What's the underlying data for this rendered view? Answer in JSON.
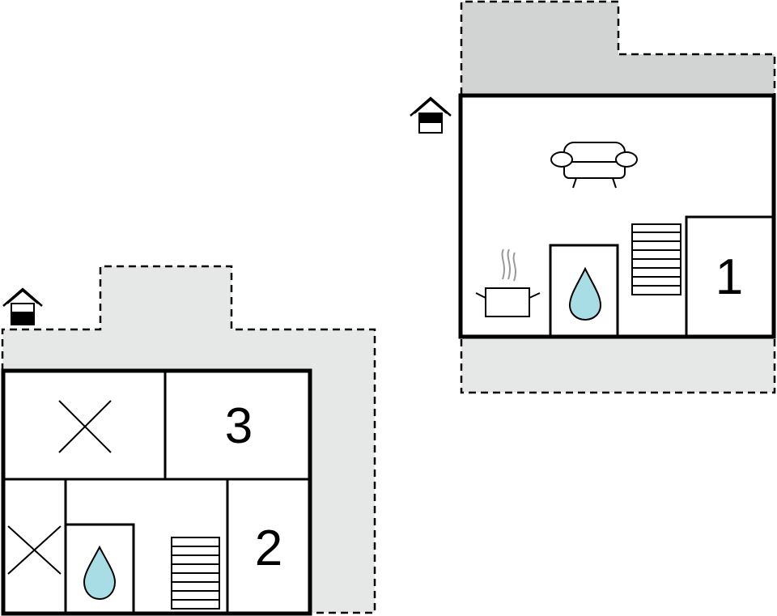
{
  "rooms": {
    "room_1": {
      "label": "1"
    },
    "room_2": {
      "label": "2"
    },
    "room_3": {
      "label": "3"
    }
  },
  "icons": {
    "entrance": "house-entrance-icon",
    "sofa": "sofa-icon",
    "cooking_pot": "cooking-pot-icon",
    "water": "water-drop-icon",
    "stairs": "stairs-icon",
    "x": "x-mark-icon"
  },
  "colors": {
    "wall": "#000000",
    "terrace_fill": "#e6e7e7",
    "terrace_fill_dark": "#d2d3d3",
    "water_drop": "#a8dde6",
    "background": "#ffffff"
  }
}
